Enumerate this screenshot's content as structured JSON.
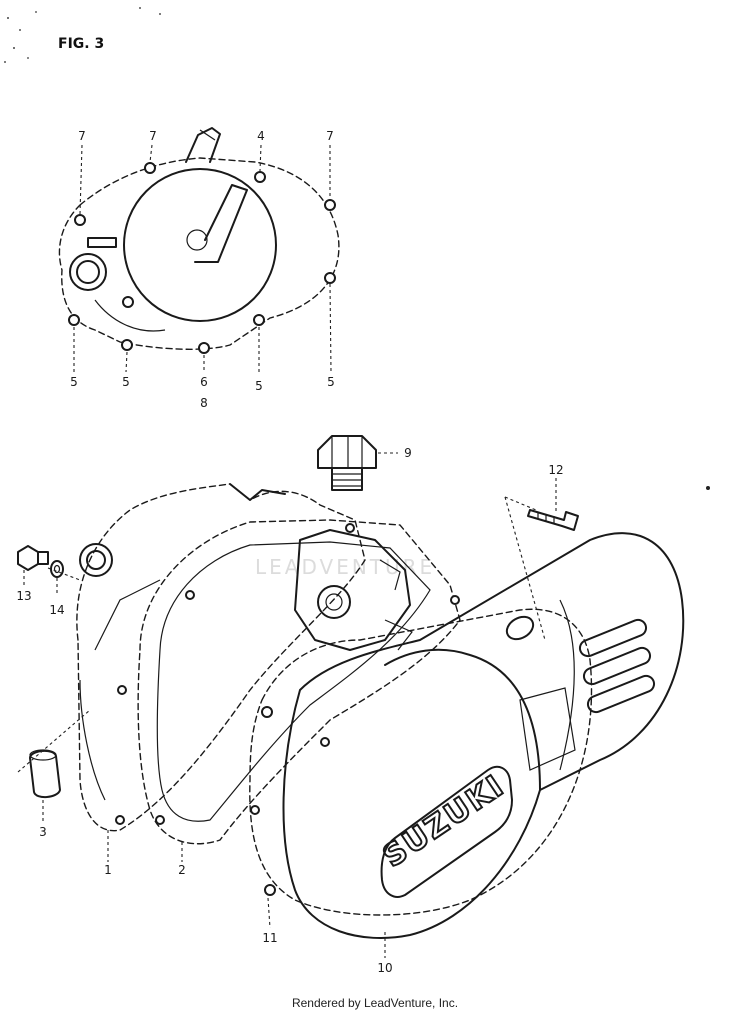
{
  "figure_title": "FIG. 3",
  "watermark": "LEADVENTURE",
  "brand_text": "SUZUKI",
  "footer": "Rendered by LeadVenture, Inc.",
  "callouts": [
    {
      "id": "top-7a",
      "label": "7"
    },
    {
      "id": "top-7b",
      "label": "7"
    },
    {
      "id": "top-4",
      "label": "4"
    },
    {
      "id": "top-7c",
      "label": "7"
    },
    {
      "id": "top-5a",
      "label": "5"
    },
    {
      "id": "top-5b",
      "label": "5"
    },
    {
      "id": "top-6",
      "label": "6"
    },
    {
      "id": "top-8",
      "label": "8"
    },
    {
      "id": "top-5c",
      "label": "5"
    },
    {
      "id": "top-5d",
      "label": "5"
    },
    {
      "id": "p9",
      "label": "9"
    },
    {
      "id": "p12",
      "label": "12"
    },
    {
      "id": "p13",
      "label": "13"
    },
    {
      "id": "p14",
      "label": "14"
    },
    {
      "id": "p3",
      "label": "3"
    },
    {
      "id": "p1",
      "label": "1"
    },
    {
      "id": "p2",
      "label": "2"
    },
    {
      "id": "p11",
      "label": "11"
    },
    {
      "id": "p10",
      "label": "10"
    }
  ]
}
